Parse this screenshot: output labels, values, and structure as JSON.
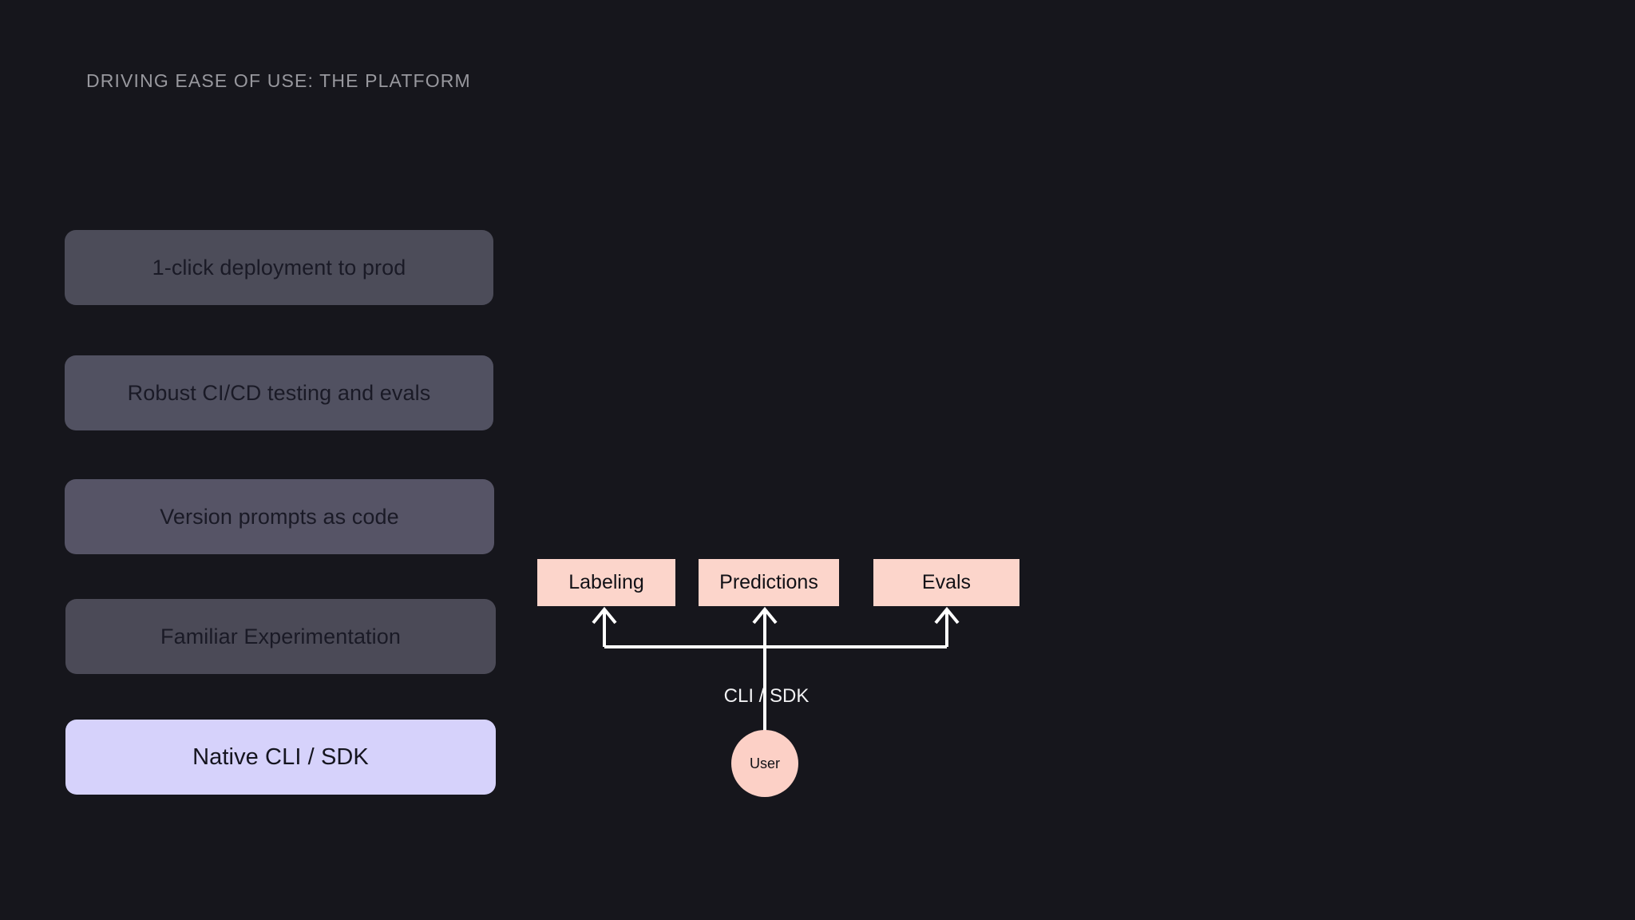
{
  "slide": {
    "title": "DRIVING EASE OF USE: THE PLATFORM",
    "background_color": "#16161c",
    "title_color": "#98989e"
  },
  "features": {
    "items": [
      {
        "label": "1-click deployment to prod",
        "background_color": "#4c4c59",
        "text_color": "#1a1a26",
        "highlighted": false
      },
      {
        "label": "Robust CI/CD testing and evals",
        "background_color": "#515161",
        "text_color": "#1a1a26",
        "highlighted": false
      },
      {
        "label": "Version prompts as code",
        "background_color": "#565466",
        "text_color": "#1a1a26",
        "highlighted": false
      },
      {
        "label": "Familiar Experimentation",
        "background_color": "#4b4a57",
        "text_color": "#1a1a26",
        "highlighted": false
      },
      {
        "label": "Native CLI / SDK",
        "background_color": "#d6d2fb",
        "text_color": "#15151f",
        "highlighted": true
      }
    ]
  },
  "diagram": {
    "boxes": [
      {
        "label": "Labeling",
        "background_color": "#fcd5cb",
        "text_color": "#111116"
      },
      {
        "label": "Predictions",
        "background_color": "#fcd5cb",
        "text_color": "#111116"
      },
      {
        "label": "Evals",
        "background_color": "#fcd5cb",
        "text_color": "#111116"
      }
    ],
    "connector_label": "CLI / SDK",
    "connector_color": "#ffffff",
    "actor": {
      "label": "User",
      "background_color": "#fcd0c6",
      "text_color": "#111116"
    }
  }
}
